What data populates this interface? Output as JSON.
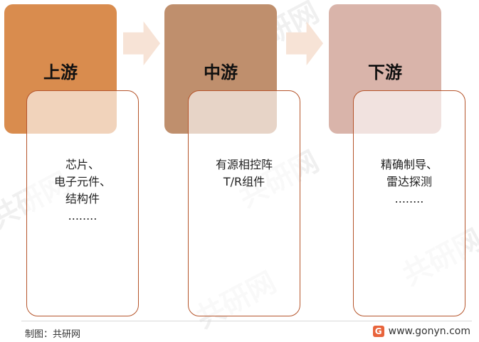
{
  "stages": [
    {
      "title": "上游",
      "color": "#d98c4e",
      "items": [
        "芯片、",
        "电子元件、",
        "结构件",
        "........"
      ]
    },
    {
      "title": "中游",
      "color": "#bf8f6d",
      "items": [
        "有源相控阵",
        "T/R组件"
      ]
    },
    {
      "title": "下游",
      "color": "#d9b4aa",
      "items": [
        "精确制导、",
        "雷达探测",
        "........"
      ]
    }
  ],
  "footer": {
    "credit": "制图：共研网",
    "logo_letter": "G",
    "website": "www.gonyn.com"
  },
  "watermark": "共研网"
}
